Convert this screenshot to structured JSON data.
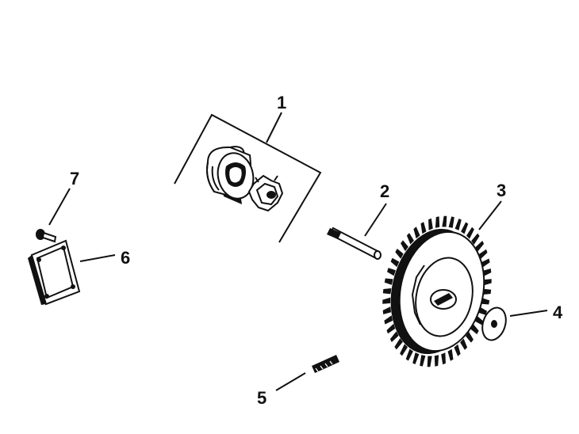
{
  "diagram": {
    "callouts": [
      {
        "id": "1",
        "label": "1",
        "part": "pump-rotor-set"
      },
      {
        "id": "2",
        "label": "2",
        "part": "shaft-pin"
      },
      {
        "id": "3",
        "label": "3",
        "part": "drive-gear"
      },
      {
        "id": "4",
        "label": "4",
        "part": "washer"
      },
      {
        "id": "5",
        "label": "5",
        "part": "dowel-pin"
      },
      {
        "id": "6",
        "label": "6",
        "part": "cover-plate"
      },
      {
        "id": "7",
        "label": "7",
        "part": "screw"
      }
    ],
    "colors": {
      "ink": "#111111",
      "background": "#ffffff",
      "fill": "#ffffff"
    }
  }
}
